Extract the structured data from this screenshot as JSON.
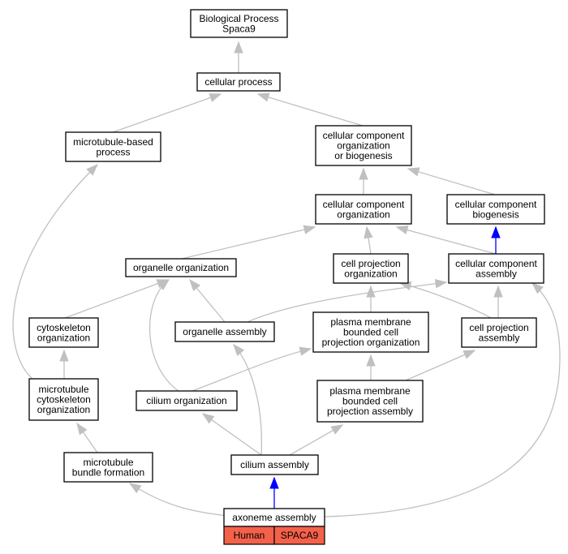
{
  "colors": {
    "edge": "#c0c0c0",
    "highlight_edge": "#0000ff",
    "badge_fill": "#f4614a",
    "node_border": "#000000"
  },
  "nodes": {
    "bp": [
      "Biological Process",
      "Spaca9"
    ],
    "cp": [
      "cellular process"
    ],
    "mbp": [
      "microtubule-based",
      "process"
    ],
    "ccob": [
      "cellular component",
      "organization",
      "or biogenesis"
    ],
    "cco": [
      "cellular component",
      "organization"
    ],
    "ccb": [
      "cellular component",
      "biogenesis"
    ],
    "oo": [
      "organelle organization"
    ],
    "cpo": [
      "cell projection",
      "organization"
    ],
    "cca": [
      "cellular component",
      "assembly"
    ],
    "co": [
      "cytoskeleton",
      "organization"
    ],
    "oa": [
      "organelle assembly"
    ],
    "pmbcpo": [
      "plasma membrane",
      "bounded cell",
      "projection organization"
    ],
    "cpa": [
      "cell projection",
      "assembly"
    ],
    "mco": [
      "microtubule",
      "cytoskeleton",
      "organization"
    ],
    "cio": [
      "cilium organization"
    ],
    "pmbcpa": [
      "plasma membrane",
      "bounded cell",
      "projection assembly"
    ],
    "mbf": [
      "microtubule",
      "bundle formation"
    ],
    "ca": [
      "cilium assembly"
    ],
    "aa": [
      "axoneme assembly"
    ]
  },
  "badge": {
    "species": "Human",
    "gene": "SPACA9"
  }
}
